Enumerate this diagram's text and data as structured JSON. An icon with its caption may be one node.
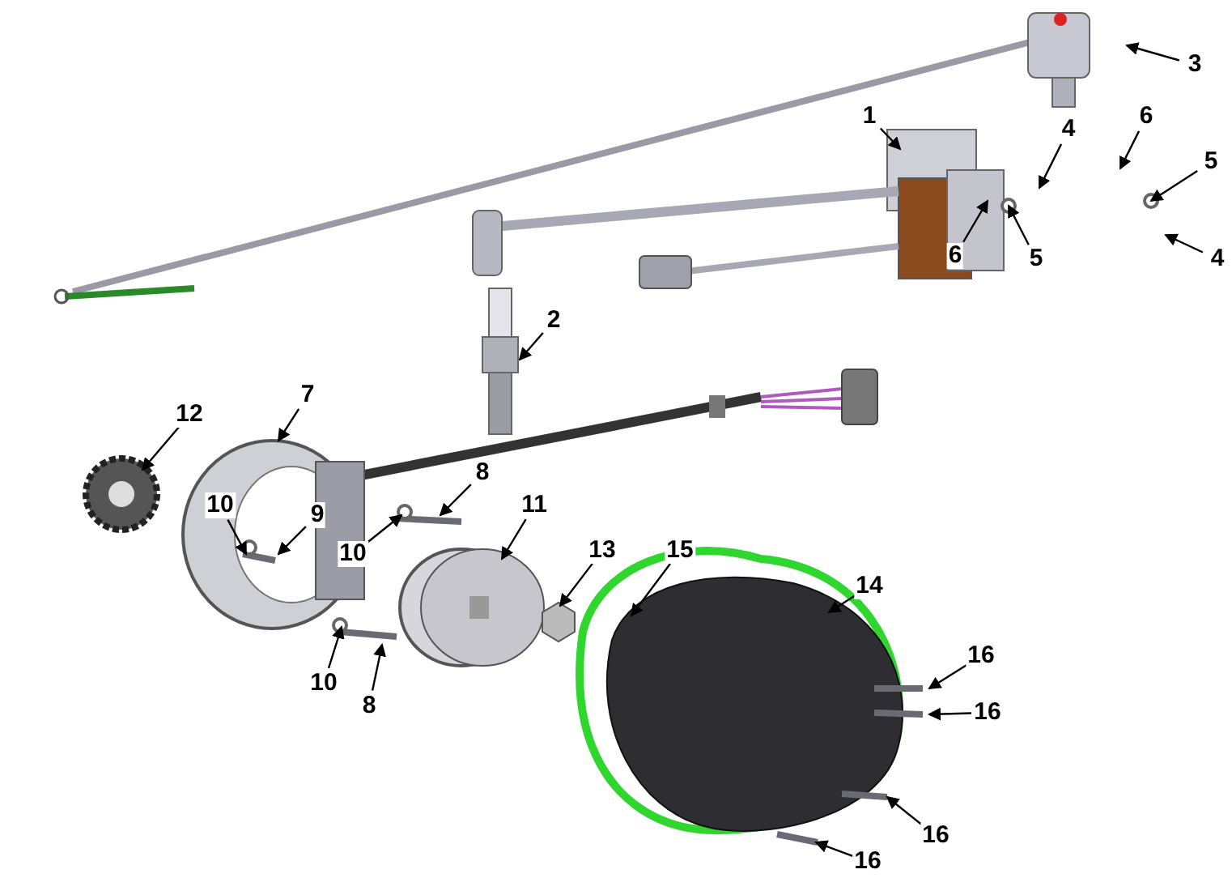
{
  "diagram": {
    "nodes": [
      {
        "text": [
          "3"
        ]
      },
      {
        "text": [
          "1"
        ]
      },
      {
        "text": [
          "6"
        ]
      },
      {
        "text": [
          "4"
        ]
      },
      {
        "text": [
          "5"
        ]
      },
      {
        "text": [
          "5"
        ]
      },
      {
        "text": [
          "6"
        ]
      },
      {
        "text": [
          "4"
        ]
      },
      {
        "text": [
          "2"
        ]
      },
      {
        "text": [
          "7"
        ]
      },
      {
        "text": [
          "12"
        ]
      },
      {
        "text": [
          "8"
        ]
      },
      {
        "text": [
          "10"
        ]
      },
      {
        "text": [
          "10"
        ]
      },
      {
        "text": [
          "9"
        ]
      },
      {
        "text": [
          "11"
        ]
      },
      {
        "text": [
          "15"
        ]
      },
      {
        "text": [
          "13"
        ]
      },
      {
        "text": [
          "14"
        ]
      },
      {
        "text": [
          "10"
        ]
      },
      {
        "text": [
          "8"
        ]
      },
      {
        "text": [
          "16"
        ]
      },
      {
        "text": [
          "16"
        ]
      },
      {
        "text": [
          "16"
        ]
      },
      {
        "text": [
          "16"
        ]
      }
    ],
    "edges": [
      {
        "from": 0,
        "to": null,
        "arrow": "to"
      },
      {
        "from": 1,
        "to": null,
        "arrow": "to"
      },
      {
        "from": 2,
        "to": null,
        "arrow": "to"
      },
      {
        "from": 3,
        "to": null,
        "arrow": "to"
      },
      {
        "from": 4,
        "to": null,
        "arrow": "to"
      },
      {
        "from": 5,
        "to": null,
        "arrow": "to"
      },
      {
        "from": 6,
        "to": null,
        "arrow": "to"
      },
      {
        "from": 7,
        "to": null,
        "arrow": "to"
      },
      {
        "from": 8,
        "to": null,
        "arrow": "to"
      },
      {
        "from": 9,
        "to": null,
        "arrow": "to"
      },
      {
        "from": 10,
        "to": null,
        "arrow": "to"
      },
      {
        "from": 11,
        "to": null,
        "arrow": "to"
      },
      {
        "from": 12,
        "to": null,
        "arrow": "to"
      },
      {
        "from": 13,
        "to": null,
        "arrow": "to"
      },
      {
        "from": 14,
        "to": null,
        "arrow": "to"
      },
      {
        "from": 15,
        "to": null,
        "arrow": "to"
      },
      {
        "from": 16,
        "to": null,
        "arrow": "to"
      },
      {
        "from": 17,
        "to": null,
        "arrow": "to"
      },
      {
        "from": 18,
        "to": null,
        "arrow": "to"
      },
      {
        "from": 19,
        "to": null,
        "arrow": "to"
      },
      {
        "from": 20,
        "to": null,
        "arrow": "to"
      },
      {
        "from": 21,
        "to": null,
        "arrow": "to"
      },
      {
        "from": 22,
        "to": null,
        "arrow": "to"
      },
      {
        "from": 23,
        "to": null,
        "arrow": "to"
      },
      {
        "from": 24,
        "to": null,
        "arrow": "to"
      }
    ]
  }
}
